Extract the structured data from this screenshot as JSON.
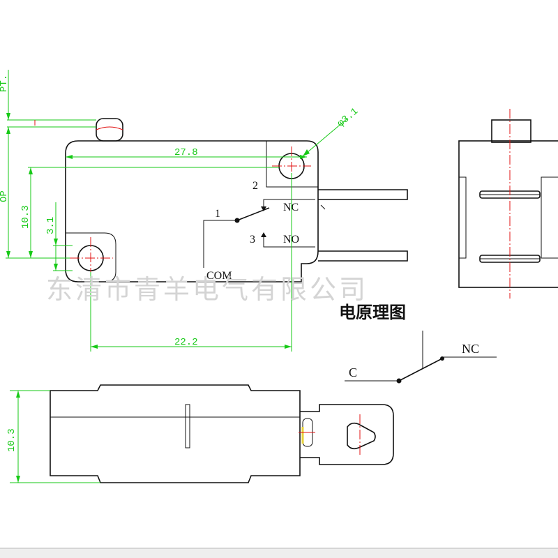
{
  "watermark": "东清市青羊电气有限公司",
  "schematic_title": "电原理图",
  "top_view": {
    "dim_length": "27.8",
    "dim_hole_dia": "φ3.1",
    "dim_height": "10.3",
    "dim_small": "3.1",
    "dim_pt": "PT.",
    "dim_op": "OP",
    "dim_bottom": "22.2",
    "terminal_labels": {
      "t1": "1",
      "t2": "2",
      "t3": "3",
      "nc": "NC",
      "no": "NO",
      "com": "COM"
    }
  },
  "side_view": {
    "dim_height": "10.3"
  },
  "schematic": {
    "c_label": "C",
    "nc_label": "NC"
  },
  "colors": {
    "outline": "#111111",
    "dimension": "#16c916",
    "centerline": "#e01010",
    "watermark": "#d4d4d4"
  }
}
